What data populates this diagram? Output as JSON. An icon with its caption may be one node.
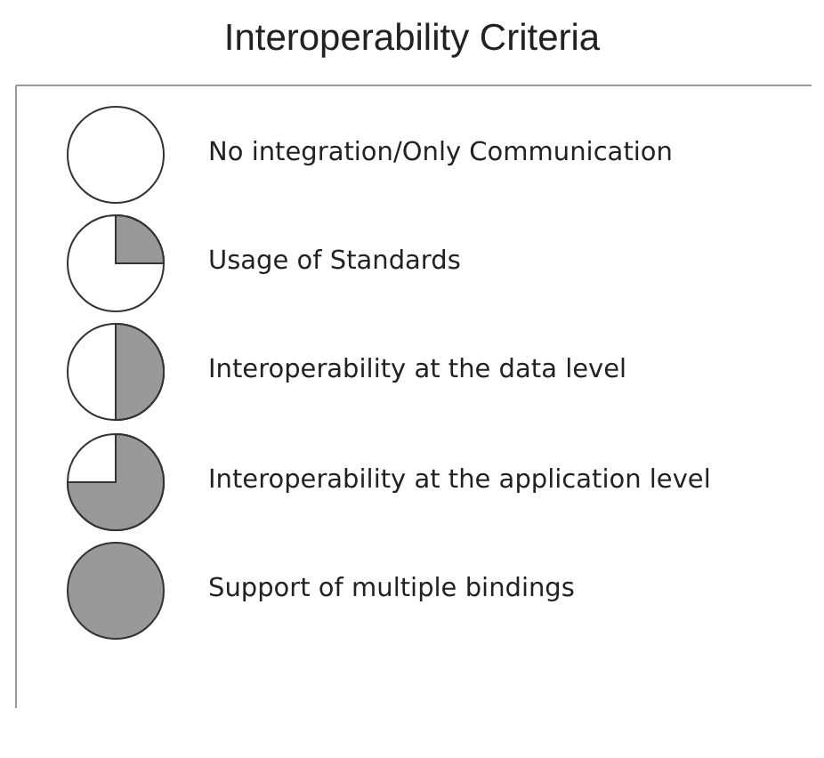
{
  "diagram": {
    "title": "Interoperability Criteria",
    "legend": [
      {
        "text": "No integration/Only Communication"
      },
      {
        "text": "Usage of Standards"
      },
      {
        "text": "Interoperability at the data level"
      },
      {
        "text": "Interoperability at the application level"
      },
      {
        "text": "Support of multiple bindings"
      }
    ]
  }
}
